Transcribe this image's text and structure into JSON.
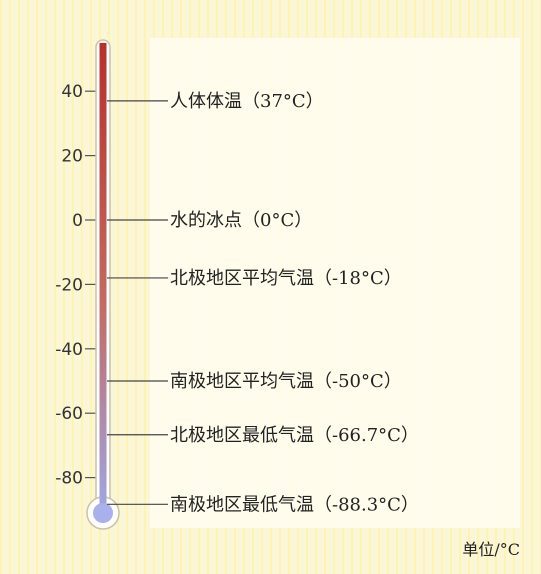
{
  "diagram": {
    "scale": {
      "min": -90,
      "max": 55,
      "ticks": [
        {
          "value": 40,
          "label": "40"
        },
        {
          "value": 20,
          "label": "20"
        },
        {
          "value": 0,
          "label": "0"
        },
        {
          "value": -20,
          "label": "-20"
        },
        {
          "value": -40,
          "label": "-40"
        },
        {
          "value": -60,
          "label": "-60"
        },
        {
          "value": -80,
          "label": "-80"
        }
      ]
    },
    "markers": [
      {
        "value": 37,
        "label": "人体体温（37°C）"
      },
      {
        "value": 0,
        "label": "水的冰点（0°C）"
      },
      {
        "value": -18,
        "label": "北极地区平均气温（-18°C）"
      },
      {
        "value": -50,
        "label": "南极地区平均气温（-50°C）"
      },
      {
        "value": -66.7,
        "label": "北极地区最低气温（-66.7°C）"
      },
      {
        "value": -88.3,
        "label": "南极地区最低气温（-88.3°C）"
      }
    ],
    "unit": "单位/°C",
    "colors": {
      "liquid_top": "#b8302a",
      "liquid_bottom": "#9fa6e6",
      "bulb": "#a9b0ec"
    }
  }
}
